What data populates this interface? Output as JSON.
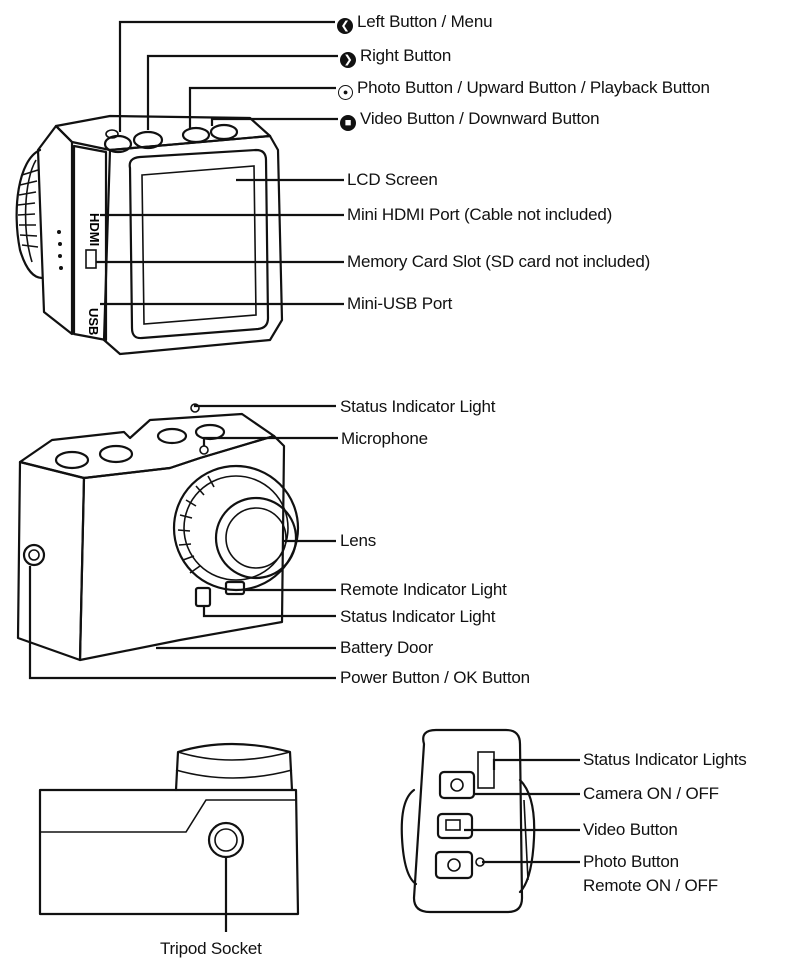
{
  "icons": {
    "left": "chevron-left-icon",
    "right": "chevron-right-icon",
    "photo": "camera-icon",
    "video": "video-camera-icon"
  },
  "labels": {
    "left_button": "Left Button / Menu",
    "right_button": "Right Button",
    "photo_button": "Photo Button / Upward Button / Playback Button",
    "video_button": "Video Button / Downward Button",
    "lcd_screen": "LCD Screen",
    "hdmi_port": "Mini HDMI Port (Cable not included)",
    "card_slot": "Memory Card Slot (SD card not included)",
    "usb_port": "Mini-USB Port",
    "status_light_top": "Status Indicator Light",
    "microphone": "Microphone",
    "lens": "Lens",
    "remote_light": "Remote Indicator Light",
    "status_light_front": "Status Indicator Light",
    "battery_door": "Battery Door",
    "power_button": "Power Button / OK Button",
    "tripod_socket": "Tripod Socket",
    "remote_status_lights": "Status Indicator Lights",
    "camera_on_off": "Camera ON / OFF",
    "remote_video_button": "Video Button",
    "remote_photo_button": "Photo Button",
    "remote_on_off": "Remote ON / OFF"
  },
  "device_text": {
    "hdmi": "HDMI",
    "usb": "USB"
  }
}
